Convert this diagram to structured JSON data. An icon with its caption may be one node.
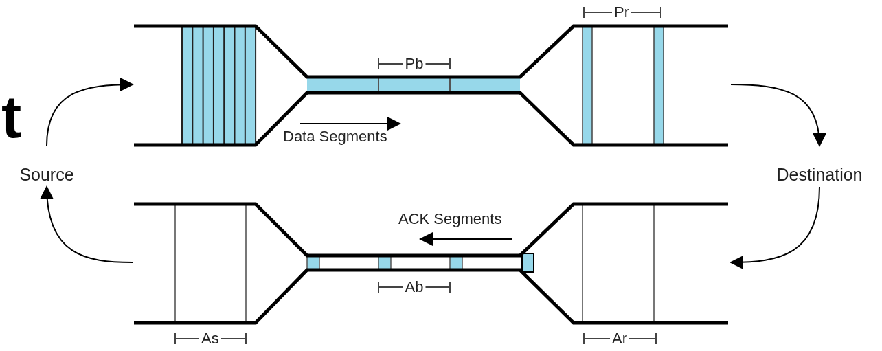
{
  "diagram": {
    "nodes": [
      {
        "text": [
          "Source"
        ]
      },
      {
        "text": [
          "Destination"
        ]
      },
      {
        "text": [],
        "shape": "picture"
      },
      {
        "text": [],
        "shape": "picture"
      }
    ],
    "edges": [
      {
        "from": 0,
        "to": 2,
        "arrow": "to"
      },
      {
        "from": 2,
        "to": 1,
        "arrow": "to"
      },
      {
        "from": 1,
        "to": 3,
        "arrow": "to"
      },
      {
        "from": 3,
        "to": 0,
        "arrow": "to"
      }
    ],
    "labels": [
      "t",
      "Pr",
      "Pb",
      "Data Segments",
      "ACK Segments",
      "Ab",
      "As",
      "Ar"
    ]
  }
}
